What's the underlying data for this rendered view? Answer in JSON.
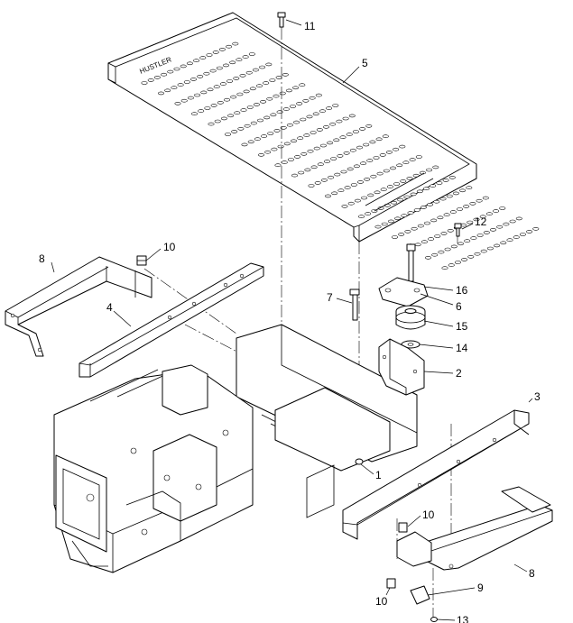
{
  "figure": {
    "embossed_text": "HUSTLER",
    "callouts": [
      {
        "id": "callout-11",
        "label": "11"
      },
      {
        "id": "callout-5",
        "label": "5"
      },
      {
        "id": "callout-12",
        "label": "12"
      },
      {
        "id": "callout-10a",
        "label": "10"
      },
      {
        "id": "callout-8a",
        "label": "8"
      },
      {
        "id": "callout-16",
        "label": "16"
      },
      {
        "id": "callout-7",
        "label": "7"
      },
      {
        "id": "callout-6",
        "label": "6"
      },
      {
        "id": "callout-4",
        "label": "4"
      },
      {
        "id": "callout-15",
        "label": "15"
      },
      {
        "id": "callout-14",
        "label": "14"
      },
      {
        "id": "callout-2",
        "label": "2"
      },
      {
        "id": "callout-3",
        "label": "3"
      },
      {
        "id": "callout-1",
        "label": "1"
      },
      {
        "id": "callout-10b",
        "label": "10"
      },
      {
        "id": "callout-8b",
        "label": "8"
      },
      {
        "id": "callout-9",
        "label": "9"
      },
      {
        "id": "callout-10c",
        "label": "10"
      },
      {
        "id": "callout-13",
        "label": "13"
      }
    ]
  }
}
